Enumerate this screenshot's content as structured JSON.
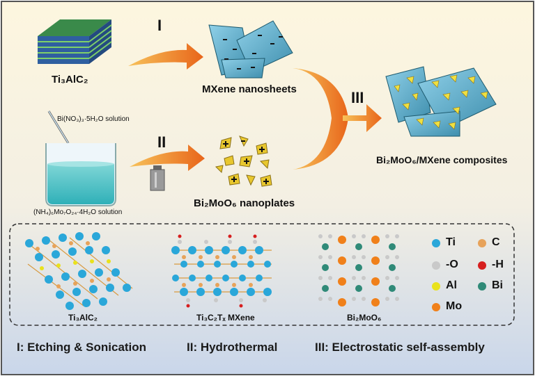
{
  "colors": {
    "bg_top": "#fdf6df",
    "bg_bottom": "#c9d6ea",
    "arrow": "#f08a1a",
    "ti": "#2aa7d9",
    "c": "#e7a35a",
    "o": "#c9c9c9",
    "h": "#d61f1f",
    "al": "#e9e21c",
    "bi": "#2f8a78",
    "mo": "#f0801a"
  },
  "steps": {
    "I": "I",
    "II": "II",
    "III": "III"
  },
  "top_labels": {
    "ti3alc2": "Ti₃AlC₂",
    "mxene": "MXene nanosheets",
    "bi_solution": "Bi(NO₃)₃·5H₂O solution",
    "mo_solution": "(NH₄)₆Mo₇O₂₄·4H₂O solution",
    "bi2moo6": "Bi₂MoO₆ nanoplates",
    "composite": "Bi₂MoO₆/MXene composites"
  },
  "structures": {
    "s1": "Ti₃AlC₂",
    "s2": "Ti₃C₂Tₓ MXene",
    "s3": "Bi₂MoO₆"
  },
  "legend": {
    "ti": "Ti",
    "c": "C",
    "o": "-O",
    "h": "-H",
    "al": "Al",
    "bi": "Bi",
    "mo": "Mo"
  },
  "footer": {
    "f1": "I: Etching & Sonication",
    "f2": "II: Hydrothermal",
    "f3": "III: Electrostatic self-assembly"
  }
}
